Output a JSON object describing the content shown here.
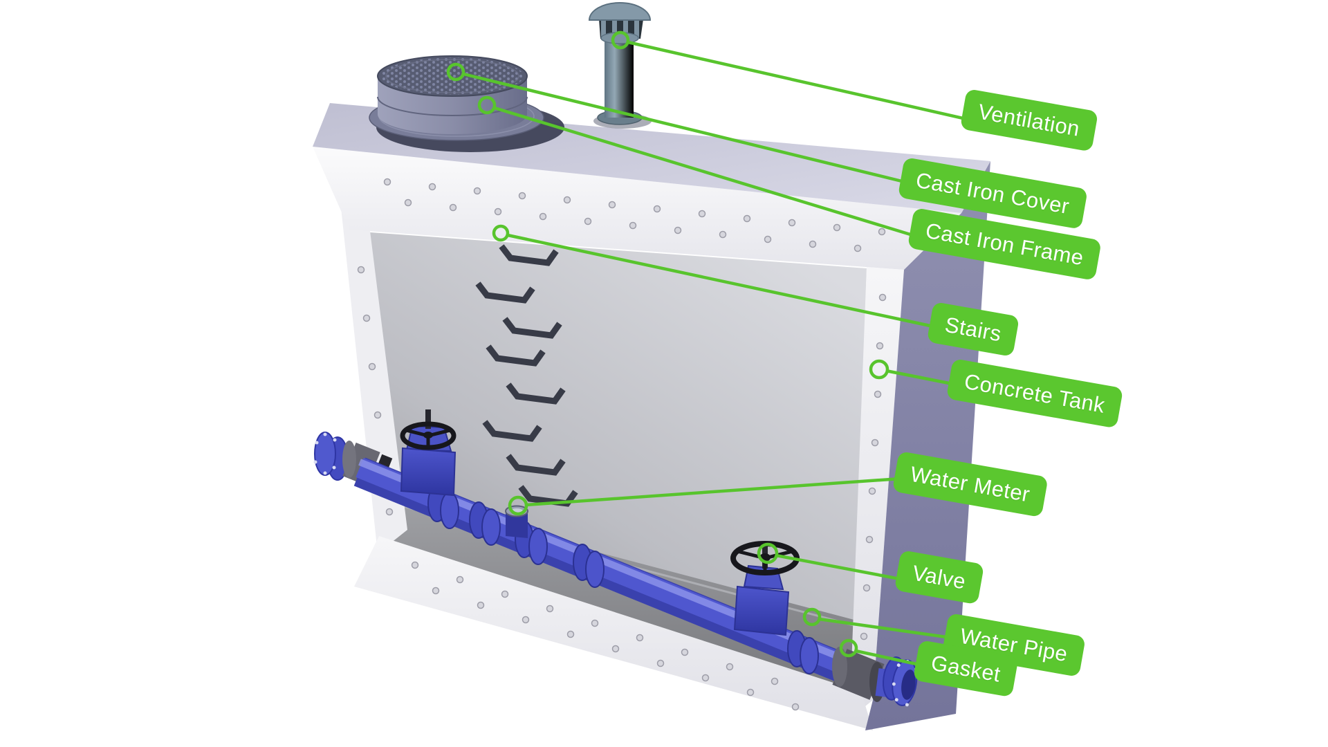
{
  "diagram": {
    "labels": [
      {
        "id": "ventilation",
        "text": "Ventilation"
      },
      {
        "id": "cast-iron-cover",
        "text": "Cast Iron Cover"
      },
      {
        "id": "cast-iron-frame",
        "text": "Cast Iron Frame"
      },
      {
        "id": "stairs",
        "text": "Stairs"
      },
      {
        "id": "concrete-tank",
        "text": "Concrete Tank"
      },
      {
        "id": "water-meter",
        "text": "Water Meter"
      },
      {
        "id": "valve",
        "text": "Valve"
      },
      {
        "id": "water-pipe",
        "text": "Water Pipe"
      },
      {
        "id": "gasket",
        "text": "Gasket"
      }
    ],
    "markers": [
      "ventilation-marker",
      "cast-iron-cover-marker",
      "cast-iron-frame-marker",
      "stairs-marker",
      "concrete-tank-marker",
      "water-meter-marker",
      "valve-marker",
      "water-pipe-marker",
      "gasket-marker"
    ]
  },
  "colors": {
    "label_background": "#5bc72f",
    "label_text": "#ffffff",
    "leader_line": "#58c42d",
    "pipe_blue": "#4b53c8",
    "roof_lavender": "#cbcbdd",
    "tank_side_purple": "#8484a6",
    "cut_face_white": "#f2f2f5",
    "interior_gray": "#b9bac0",
    "metal_slate": "#585d73",
    "vent_steel": "#7e93a2"
  }
}
